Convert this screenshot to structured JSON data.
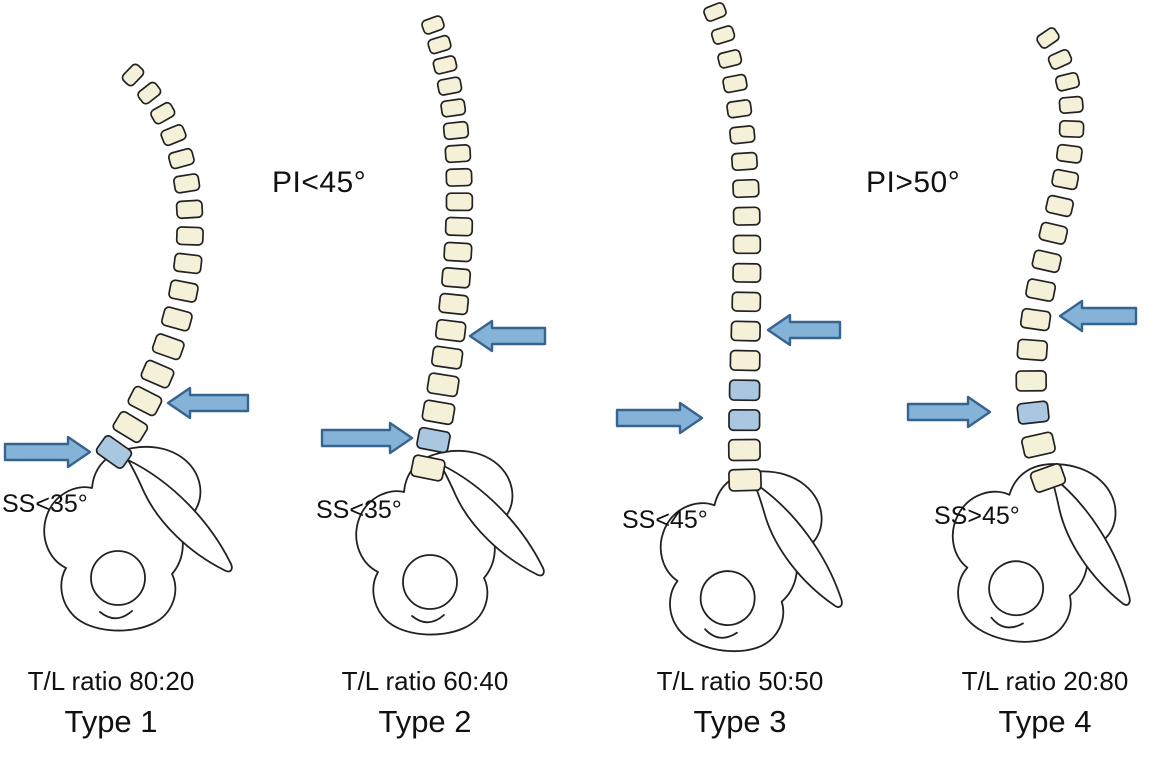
{
  "annotations": {
    "pi_left": "PI<45°",
    "pi_right": "PI>50°"
  },
  "figures": [
    {
      "ss": "SS<35°",
      "ratio": "T/L ratio 80:20",
      "type": "Type 1"
    },
    {
      "ss": "SS<35°",
      "ratio": "T/L ratio 60:40",
      "type": "Type 2"
    },
    {
      "ss": "SS<45°",
      "ratio": "T/L ratio 50:50",
      "type": "Type 3"
    },
    {
      "ss": "SS>45°",
      "ratio": "T/L ratio 20:80",
      "type": "Type 4"
    }
  ],
  "colors": {
    "vertebra": "#f5f1d9",
    "vertebra_highlight": "#a9c7e0",
    "arrow_fill": "#85b3d8",
    "arrow_stroke": "#36648f",
    "outline": "#222222",
    "bone_fill": "#ffffff"
  }
}
